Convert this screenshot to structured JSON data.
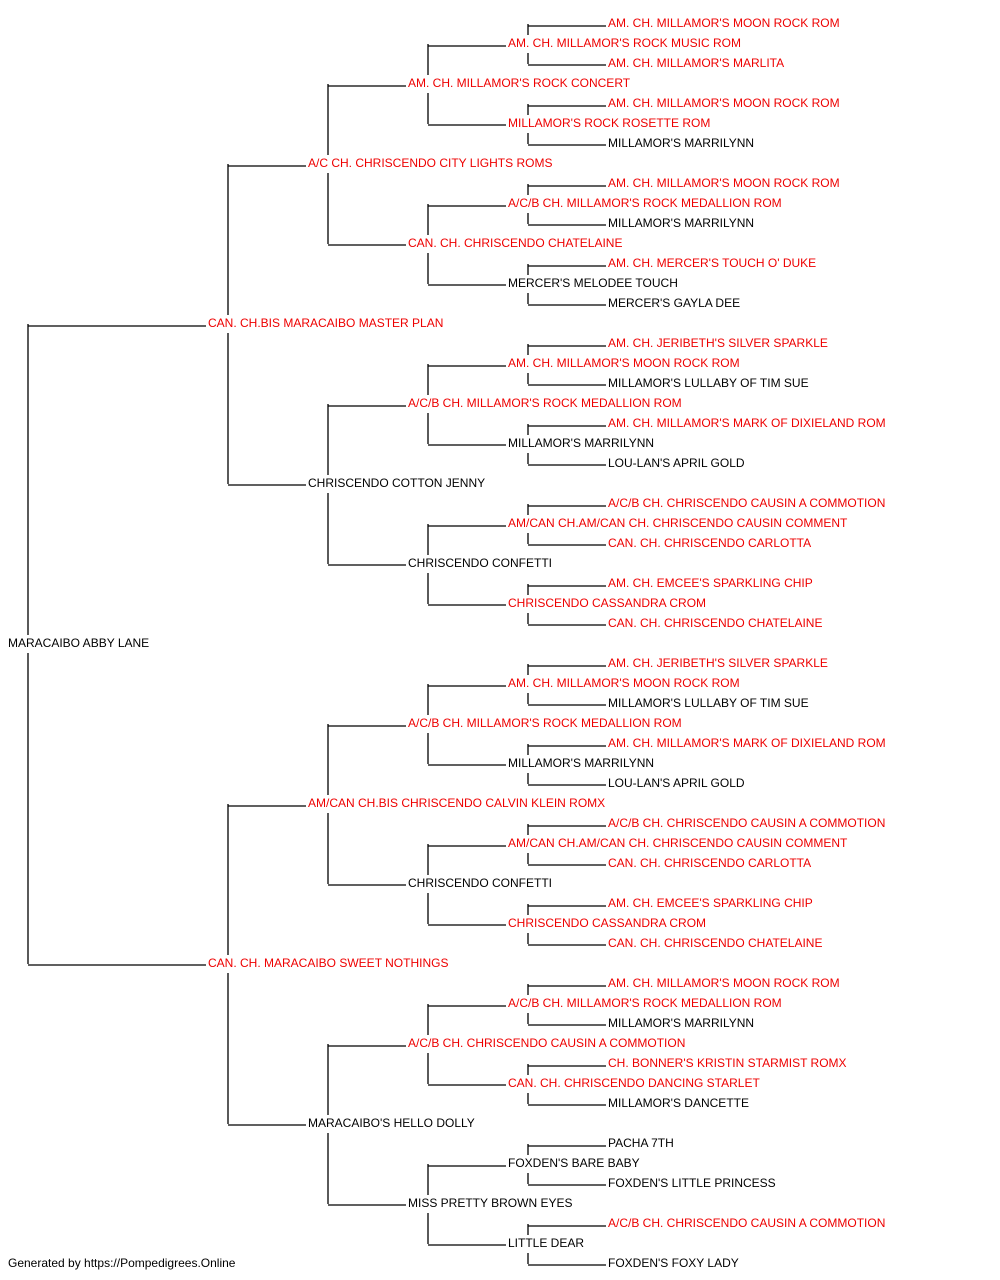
{
  "colors": {
    "champion": "#ee0000",
    "normal": "#000000",
    "line": "#000000"
  },
  "footer": "Generated by https://Pompedigrees.Online",
  "pedigree": {
    "name": "MARACAIBO ABBY LANE",
    "champion": false,
    "sire": {
      "name": "CAN. CH.BIS MARACAIBO MASTER PLAN",
      "champion": true,
      "sire": {
        "name": "A/C CH. CHRISCENDO CITY LIGHTS ROMS",
        "champion": true,
        "sire": {
          "name": "AM. CH. MILLAMOR'S ROCK CONCERT",
          "champion": true,
          "sire": {
            "name": "AM. CH. MILLAMOR'S ROCK MUSIC ROM",
            "champion": true,
            "sire": {
              "name": "AM. CH. MILLAMOR'S MOON ROCK ROM",
              "champion": true
            },
            "dam": {
              "name": "AM. CH. MILLAMOR'S MARLITA",
              "champion": true
            }
          },
          "dam": {
            "name": "MILLAMOR'S ROCK ROSETTE ROM",
            "champion": true,
            "sire": {
              "name": "AM. CH. MILLAMOR'S MOON ROCK ROM",
              "champion": true
            },
            "dam": {
              "name": "MILLAMOR'S MARRILYNN",
              "champion": false
            }
          }
        },
        "dam": {
          "name": "CAN. CH. CHRISCENDO CHATELAINE",
          "champion": true,
          "sire": {
            "name": "A/C/B CH. MILLAMOR'S ROCK MEDALLION ROM",
            "champion": true,
            "sire": {
              "name": "AM. CH. MILLAMOR'S MOON ROCK ROM",
              "champion": true
            },
            "dam": {
              "name": "MILLAMOR'S MARRILYNN",
              "champion": false
            }
          },
          "dam": {
            "name": "MERCER'S MELODEE TOUCH",
            "champion": false,
            "sire": {
              "name": "AM. CH. MERCER'S TOUCH O' DUKE",
              "champion": true
            },
            "dam": {
              "name": "MERCER'S GAYLA DEE",
              "champion": false
            }
          }
        }
      },
      "dam": {
        "name": "CHRISCENDO COTTON JENNY",
        "champion": false,
        "sire": {
          "name": "A/C/B CH. MILLAMOR'S ROCK MEDALLION ROM",
          "champion": true,
          "sire": {
            "name": "AM. CH. MILLAMOR'S MOON ROCK ROM",
            "champion": true,
            "sire": {
              "name": "AM. CH. JERIBETH'S SILVER SPARKLE",
              "champion": true
            },
            "dam": {
              "name": "MILLAMOR'S LULLABY OF TIM SUE",
              "champion": false
            }
          },
          "dam": {
            "name": "MILLAMOR'S MARRILYNN",
            "champion": false,
            "sire": {
              "name": "AM. CH. MILLAMOR'S MARK OF DIXIELAND ROM",
              "champion": true
            },
            "dam": {
              "name": "LOU-LAN'S APRIL GOLD",
              "champion": false
            }
          }
        },
        "dam": {
          "name": "CHRISCENDO CONFETTI",
          "champion": false,
          "sire": {
            "name": "AM/CAN CH.AM/CAN CH. CHRISCENDO CAUSIN COMMENT",
            "champion": true,
            "sire": {
              "name": "A/C/B CH. CHRISCENDO CAUSIN A COMMOTION",
              "champion": true
            },
            "dam": {
              "name": "CAN. CH. CHRISCENDO CARLOTTA",
              "champion": true
            }
          },
          "dam": {
            "name": "CHRISCENDO CASSANDRA CROM",
            "champion": true,
            "sire": {
              "name": "AM. CH. EMCEE'S SPARKLING CHIP",
              "champion": true
            },
            "dam": {
              "name": "CAN. CH. CHRISCENDO CHATELAINE",
              "champion": true
            }
          }
        }
      }
    },
    "dam": {
      "name": "CAN. CH. MARACAIBO SWEET NOTHINGS",
      "champion": true,
      "sire": {
        "name": "AM/CAN CH.BIS CHRISCENDO CALVIN KLEIN ROMX",
        "champion": true,
        "sire": {
          "name": "A/C/B CH. MILLAMOR'S ROCK MEDALLION ROM",
          "champion": true,
          "sire": {
            "name": "AM. CH. MILLAMOR'S MOON ROCK ROM",
            "champion": true,
            "sire": {
              "name": "AM. CH. JERIBETH'S SILVER SPARKLE",
              "champion": true
            },
            "dam": {
              "name": "MILLAMOR'S LULLABY OF TIM SUE",
              "champion": false
            }
          },
          "dam": {
            "name": "MILLAMOR'S MARRILYNN",
            "champion": false,
            "sire": {
              "name": "AM. CH. MILLAMOR'S MARK OF DIXIELAND ROM",
              "champion": true
            },
            "dam": {
              "name": "LOU-LAN'S APRIL GOLD",
              "champion": false
            }
          }
        },
        "dam": {
          "name": "CHRISCENDO CONFETTI",
          "champion": false,
          "sire": {
            "name": "AM/CAN CH.AM/CAN CH. CHRISCENDO CAUSIN COMMENT",
            "champion": true,
            "sire": {
              "name": "A/C/B CH. CHRISCENDO CAUSIN A COMMOTION",
              "champion": true
            },
            "dam": {
              "name": "CAN. CH. CHRISCENDO CARLOTTA",
              "champion": true
            }
          },
          "dam": {
            "name": "CHRISCENDO CASSANDRA CROM",
            "champion": true,
            "sire": {
              "name": "AM. CH. EMCEE'S SPARKLING CHIP",
              "champion": true
            },
            "dam": {
              "name": "CAN. CH. CHRISCENDO CHATELAINE",
              "champion": true
            }
          }
        }
      },
      "dam": {
        "name": "MARACAIBO'S HELLO DOLLY",
        "champion": false,
        "sire": {
          "name": "A/C/B CH. CHRISCENDO CAUSIN A COMMOTION",
          "champion": true,
          "sire": {
            "name": "A/C/B CH. MILLAMOR'S ROCK MEDALLION ROM",
            "champion": true,
            "sire": {
              "name": "AM. CH. MILLAMOR'S MOON ROCK ROM",
              "champion": true
            },
            "dam": {
              "name": "MILLAMOR'S MARRILYNN",
              "champion": false
            }
          },
          "dam": {
            "name": "CAN. CH. CHRISCENDO DANCING STARLET",
            "champion": true,
            "sire": {
              "name": "CH. BONNER'S KRISTIN STARMIST ROMX",
              "champion": true
            },
            "dam": {
              "name": "MILLAMOR'S DANCETTE",
              "champion": false
            }
          }
        },
        "dam": {
          "name": "MISS PRETTY BROWN EYES",
          "champion": false,
          "sire": {
            "name": "FOXDEN'S BARE BABY",
            "champion": false,
            "sire": {
              "name": "PACHA 7TH",
              "champion": false
            },
            "dam": {
              "name": "FOXDEN'S LITTLE PRINCESS",
              "champion": false
            }
          },
          "dam": {
            "name": "LITTLE DEAR",
            "champion": false,
            "sire": {
              "name": "A/C/B CH. CHRISCENDO CAUSIN A COMMOTION",
              "champion": true
            },
            "dam": {
              "name": "FOXDEN'S FOXY LADY",
              "champion": false
            }
          }
        }
      }
    }
  }
}
